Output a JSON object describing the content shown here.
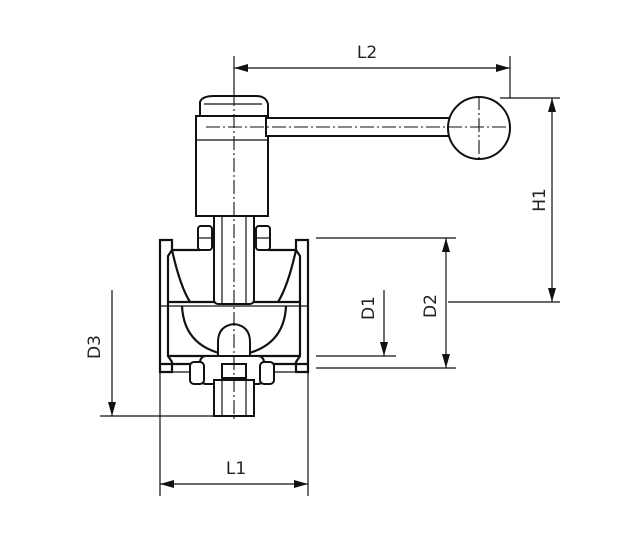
{
  "diagram": {
    "labels": {
      "l1": "L1",
      "l2": "L2",
      "h1": "H1",
      "d1": "D1",
      "d2": "D2",
      "d3": "D3"
    },
    "line_color": "#111111",
    "background": "#ffffff"
  }
}
